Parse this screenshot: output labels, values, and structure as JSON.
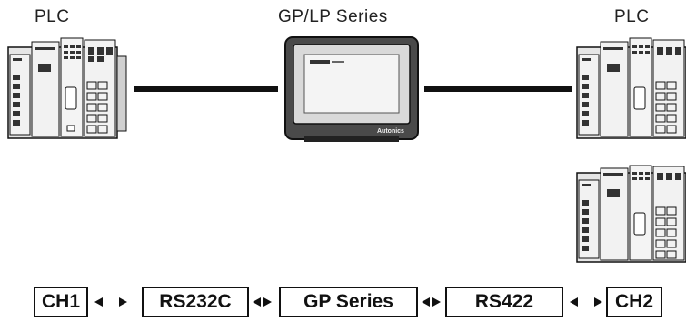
{
  "labels": {
    "plc_left": "PLC",
    "hmi": "GP/LP Series",
    "plc_right": "PLC"
  },
  "hmi_screen": {
    "brand": "Autonics"
  },
  "chain": [
    "CH1",
    "RS232C",
    "GP Series",
    "RS422",
    "CH2"
  ]
}
